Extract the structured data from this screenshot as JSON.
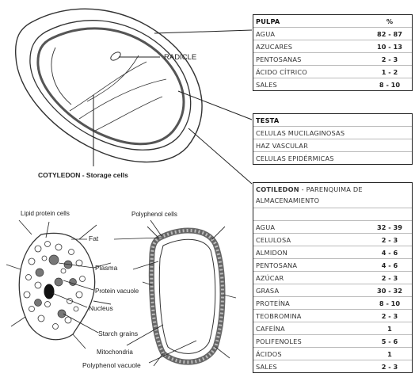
{
  "labels": {
    "radicle": "RADICLE",
    "cotyledon": "COTYLEDON - Storage cells",
    "lipid_protein": "Lipid protein cells",
    "polyphenol_cells": "Polyphenol cells",
    "fat": "Fat",
    "plasma": "Plasma",
    "protein_vacuole": "Protein vacuole",
    "nucleus": "Nucleus",
    "starch_grains": "Starch grains",
    "mitochondria": "Mitochondria",
    "polyphenol_vacuole": "Polyphenol vacuole"
  },
  "pulpa": {
    "header": {
      "name": "PULPA",
      "value": "%"
    },
    "rows": [
      {
        "name": "AGUA",
        "value": "82 - 87"
      },
      {
        "name": "AZUCARES",
        "value": "10 - 13"
      },
      {
        "name": "PENTOSANAS",
        "value": "2 - 3"
      },
      {
        "name": "ÁCIDO CÍTRICO",
        "value": "1 - 2"
      },
      {
        "name": "SALES",
        "value": "8 - 10"
      }
    ]
  },
  "testa": {
    "header": "TESTA",
    "rows": [
      "CELULAS MUCILAGINOSAS",
      "HAZ VASCULAR",
      "CELULAS EPIDÉRMICAS"
    ]
  },
  "cotiledon": {
    "header_bold": "COTILEDON",
    "header_rest": " - PARENQUIMA DE ALMACENAMIENTO",
    "rows": [
      {
        "name": "AGUA",
        "value": "32 - 39"
      },
      {
        "name": "CELULOSA",
        "value": "2 - 3"
      },
      {
        "name": "ALMIDON",
        "value": "4 - 6"
      },
      {
        "name": "PENTOSANA",
        "value": "4 - 6"
      },
      {
        "name": "AZÚCAR",
        "value": "2 - 3"
      },
      {
        "name": "GRASA",
        "value": "30 - 32"
      },
      {
        "name": "PROTEÍNA",
        "value": "8 - 10"
      },
      {
        "name": "TEOBROMINA",
        "value": "2 - 3"
      },
      {
        "name": "CAFEÍNA",
        "value": "1"
      },
      {
        "name": "POLIFENOLES",
        "value": "5 - 6"
      },
      {
        "name": "ÁCIDOS",
        "value": "1"
      },
      {
        "name": "SALES",
        "value": "2 - 3"
      }
    ]
  }
}
